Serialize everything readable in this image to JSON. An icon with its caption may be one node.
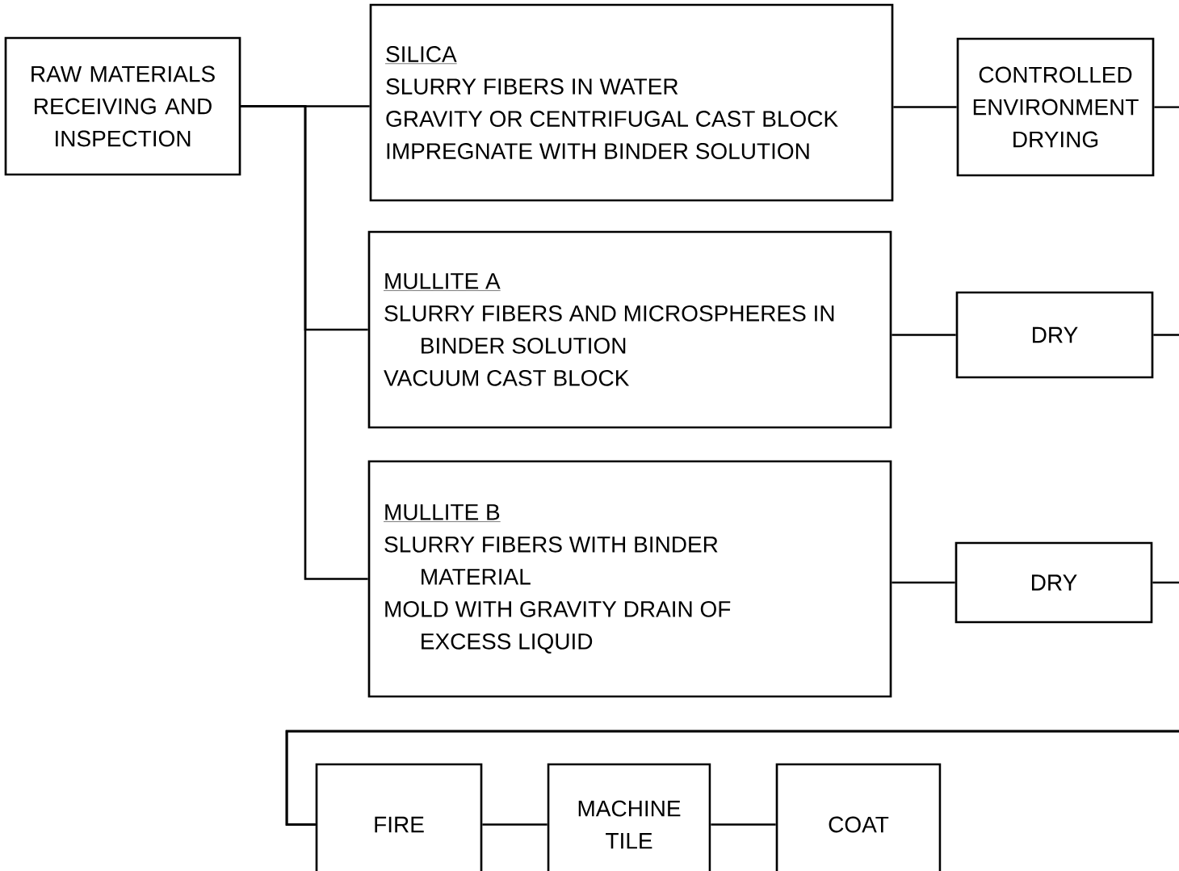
{
  "diagram": {
    "nodes": [
      {
        "text": [
          "RAW MATERIALS RECEIVING AND INSPECTION"
        ]
      },
      {
        "text": [
          "SILICA",
          "SLURRY FIBERS IN WATER",
          "GRAVITY OR CENTRIFUGAL CAST BLOCK",
          "IMPREGNATE WITH BINDER SOLUTION"
        ]
      },
      {
        "text": [
          "CONTROLLED ENVIRONMENT DRYING"
        ]
      },
      {
        "text": [
          "MULLITE A",
          "SLURRY FIBERS AND MICROSPHERES IN BINDER SOLUTION",
          "VACUUM CAST BLOCK"
        ]
      },
      {
        "text": [
          "DRY"
        ]
      },
      {
        "text": [
          "MULLITE B",
          "SLURRY FIBERS WITH BINDER MATERIAL",
          "MOLD WITH GRAVITY DRAIN OF EXCESS LIQUID"
        ]
      },
      {
        "text": [
          "DRY"
        ]
      },
      {
        "text": [
          "FIRE"
        ]
      },
      {
        "text": [
          "MACHINE TILE"
        ]
      },
      {
        "text": [
          "COAT"
        ]
      }
    ],
    "edges": [
      {
        "from": 0,
        "to": 1,
        "arrow": "none"
      },
      {
        "from": 0,
        "to": 3,
        "arrow": "none"
      },
      {
        "from": 0,
        "to": 5,
        "arrow": "none"
      },
      {
        "from": 1,
        "to": 2,
        "arrow": "none"
      },
      {
        "from": 3,
        "to": 4,
        "arrow": "none"
      },
      {
        "from": 5,
        "to": 6,
        "arrow": "none"
      },
      {
        "from": 2,
        "to": 7,
        "arrow": "none"
      },
      {
        "from": 4,
        "to": 7,
        "arrow": "none"
      },
      {
        "from": 6,
        "to": 7,
        "arrow": "none"
      },
      {
        "from": 7,
        "to": 8,
        "arrow": "none"
      },
      {
        "from": 8,
        "to": 9,
        "arrow": "none"
      }
    ]
  }
}
